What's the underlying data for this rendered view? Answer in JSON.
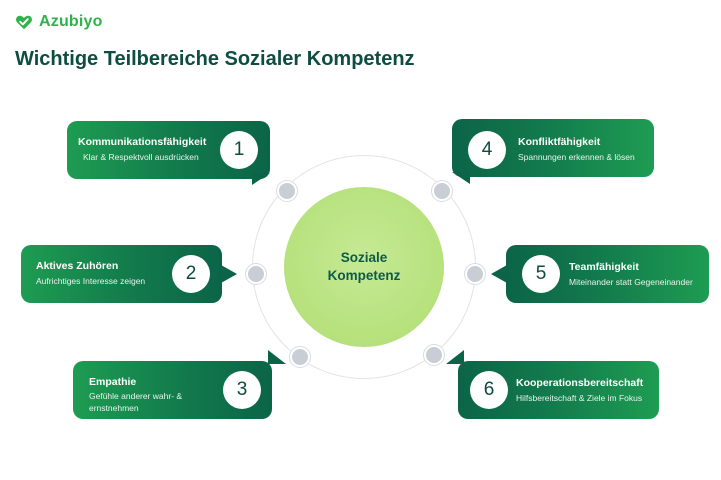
{
  "brand": {
    "name": "Azubiyo",
    "icon": "heart-check-logo",
    "color": "#2eb24a"
  },
  "title": "Wichtige Teilbereiche Sozialer Kompetenz",
  "center": {
    "line1": "Soziale",
    "line2": "Kompetenz"
  },
  "colors": {
    "card_dark": "#0b6448",
    "card_light": "#1e9c52",
    "center": "#b6e17c",
    "title": "#0e4d41"
  },
  "items": [
    {
      "number": "1",
      "title": "Kommunikationsfähigkeit",
      "desc": "Klar & Respektvoll ausdrücken"
    },
    {
      "number": "2",
      "title": "Aktives Zuhören",
      "desc": "Aufrichtiges Interesse zeigen"
    },
    {
      "number": "3",
      "title": "Empathie",
      "desc": "Gefühle anderer wahr- & ernstnehmen"
    },
    {
      "number": "4",
      "title": "Konfliktfähigkeit",
      "desc": "Spannungen erkennen & lösen"
    },
    {
      "number": "5",
      "title": "Teamfähigkeit",
      "desc": "Miteinander statt Gegeneinander"
    },
    {
      "number": "6",
      "title": "Kooperationsbereitschaft",
      "desc": "Hilfsbereitschaft & Ziele im Fokus"
    }
  ]
}
